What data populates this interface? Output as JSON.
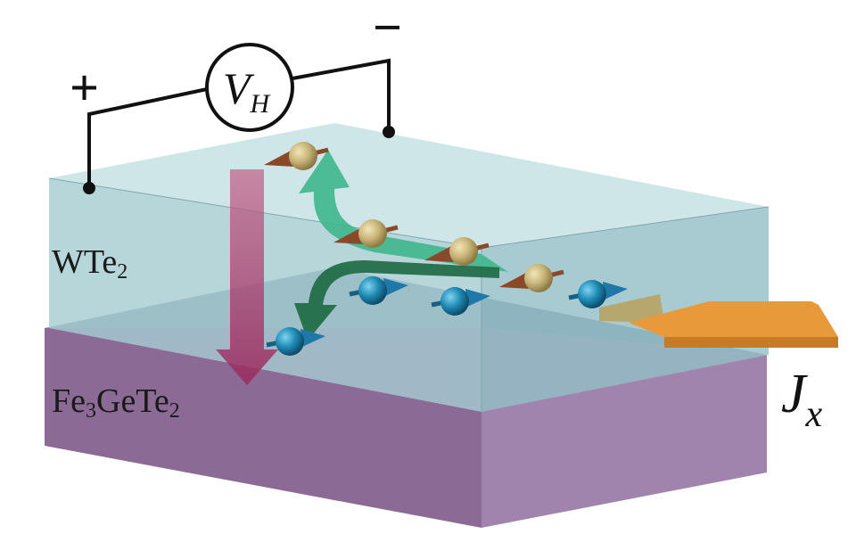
{
  "circuit": {
    "plus": "+",
    "minus": "−",
    "voltmeter": {
      "symbol": "V",
      "subscript": "H"
    }
  },
  "layers": {
    "top": {
      "formula": "WTe",
      "subscript": "2"
    },
    "bottom": {
      "parts": [
        "Fe",
        "3",
        "GeTe",
        "2"
      ]
    }
  },
  "current": {
    "symbol": "J",
    "subscript": "x"
  },
  "colors": {
    "wte2_front": "#a6cdd2",
    "wte2_top": "#c3e1e3",
    "wte2_side": "#93bfc6",
    "fgt_front": "#8b6a96",
    "fgt_side": "#a184ad",
    "interface": "#5f7494",
    "green_arrow": "#3fb68c",
    "dark_green_arrow": "#1f6b45",
    "pink_arrow": "#c2557f",
    "orange_arrow": "#e89a3b",
    "gold_electron": "#c9b478",
    "blue_electron": "#1f8ab5",
    "brown_spin": "#8a4a2a",
    "wire": "#111111"
  }
}
